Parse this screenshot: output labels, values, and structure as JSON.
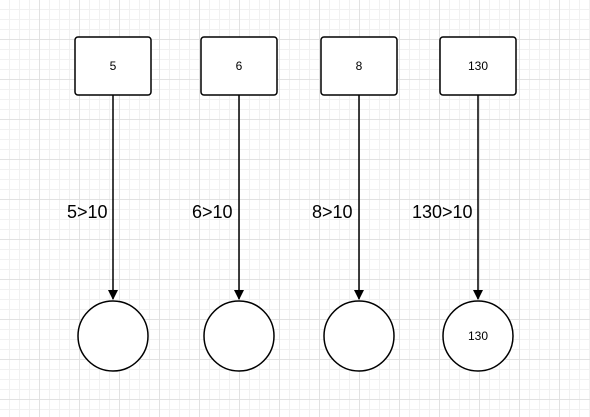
{
  "colors": {
    "stroke": "#000000",
    "fill": "#ffffff",
    "grid": "#e2e2e2"
  },
  "diagram": {
    "columns": [
      {
        "box_label": "5",
        "edge_label": "5>10",
        "circle_label": ""
      },
      {
        "box_label": "6",
        "edge_label": "6>10",
        "circle_label": ""
      },
      {
        "box_label": "8",
        "edge_label": "8>10",
        "circle_label": ""
      },
      {
        "box_label": "130",
        "edge_label": "130>10",
        "circle_label": "130"
      }
    ]
  }
}
